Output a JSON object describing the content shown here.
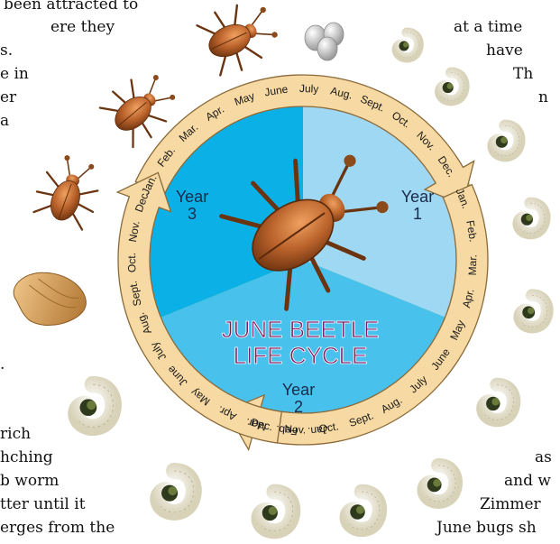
{
  "diagram": {
    "title_line1": "JUNE BEETLE",
    "title_line2": "LIFE CYCLE",
    "year_word": "Year",
    "year_numbers": [
      "1",
      "2",
      "3"
    ],
    "colors": {
      "year1": "#9fd8f3",
      "year2": "#48c2ec",
      "year3": "#0bb1e6",
      "ring": "#93c34b",
      "arrow": "#f6d9a3",
      "arrow_stroke": "#8a6a3a",
      "title": "#7a1b68",
      "beetle": "#b8612a",
      "grub": "#f4f0df",
      "grub_head": "#2f3a1c",
      "egg": "#d9d9d9",
      "pupa": "#d9a25b"
    },
    "months": {
      "top": [
        "Jan.",
        "Feb.",
        "Mar.",
        "Apr.",
        "May",
        "June",
        "July",
        "Aug.",
        "Sept.",
        "Oct.",
        "Nov.",
        "Dec."
      ],
      "right": [
        "Jan.",
        "Feb.",
        "Mar.",
        "Apr.",
        "May",
        "June",
        "July",
        "Aug.",
        "Sept.",
        "Oct.",
        "Nov.",
        "Dec."
      ],
      "left": [
        "Dec.",
        "Nov.",
        "Oct.",
        "Sept.",
        "Aug.",
        "July",
        "June",
        "May",
        "Apr.",
        "Mar.",
        "Feb.",
        "Jan."
      ]
    }
  },
  "left_text": [
    "been attracted to",
    "ere they",
    "s.",
    "e in",
    "er",
    "a",
    ".",
    "rich",
    "hching",
    "b worm",
    "tter until it",
    "erges from the"
  ],
  "right_text": [
    "at a time",
    "have",
    "Th",
    "n",
    "as",
    "and w",
    "Zimmer",
    "June bugs sh"
  ]
}
